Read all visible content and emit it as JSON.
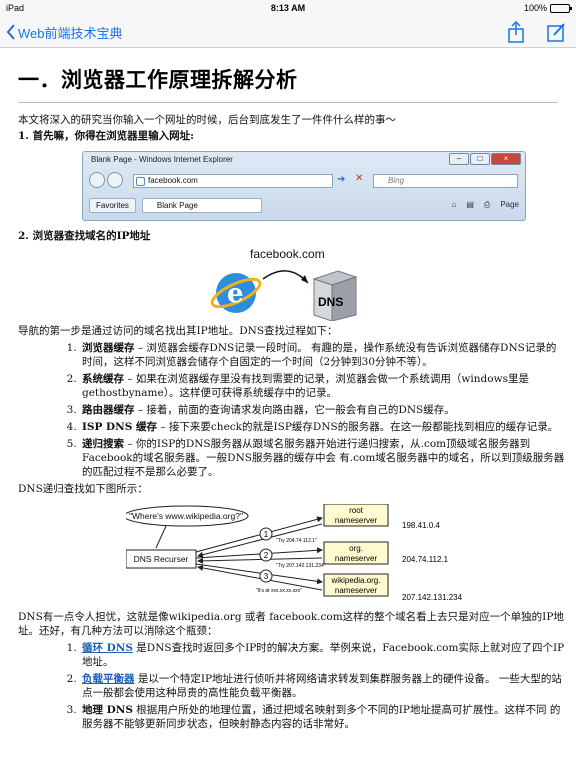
{
  "status_bar": {
    "device": "iPad",
    "time": "8:13 AM",
    "battery": "100%"
  },
  "nav": {
    "back_label": "Web前端技术宝典"
  },
  "article": {
    "title": "一．浏览器工作原理拆解分析",
    "intro": "本文将深入的研究当你输入一个网址的时候，后台到底发生了一件件什么样的事～",
    "step1": "1. 首先嘛，你得在浏览器里输入网址:",
    "browser": {
      "window_title": "Blank Page - Windows Internet Explorer",
      "address": "facebook.com",
      "search_placeholder": "Bing",
      "favorites": "Favorites",
      "tab": "Blank Page",
      "page_menu": "Page"
    },
    "step2": "2. 浏览器查找域名的IP地址",
    "dns_figure": {
      "domain": "facebook.com",
      "label": "DNS"
    },
    "nav_para": "导航的第一步是通过访问的域名找出其IP地址。DNS查找过程如下：",
    "dns_steps": [
      {
        "term": "浏览器缓存",
        "text": " – 浏览器会缓存DNS记录一段时间。 有趣的是，操作系统没有告诉浏览器储存DNS记录的时间，这样不同浏览器会储存个自固定的一个时间（2分钟到30分钟不等）。"
      },
      {
        "term": "系统缓存",
        "text": " – 如果在浏览器缓存里没有找到需要的记录，浏览器会做一个系统调用（windows里是gethostbyname）。这样便可获得系统缓存中的记录。"
      },
      {
        "term": "路由器缓存",
        "text": " – 接着，前面的查询请求发向路由器，它一般会有自己的DNS缓存。"
      },
      {
        "term": "ISP DNS 缓存",
        "text": " – 接下来要check的就是ISP缓存DNS的服务器。在这一般都能找到相应的缓存记录。"
      },
      {
        "term": "递归搜索",
        "text": " – 你的ISP的DNS服务器从跟域名服务器开始进行递归搜索，从.com顶级域名服务器到Facebook的域名服务器。一般DNS服务器的缓存中会 有.com域名服务器中的域名，所以到顶级服务器的匹配过程不是那么必要了。"
      }
    ],
    "recursive_caption": "DNS递归查找如下图所示：",
    "recursive_figure": {
      "question": "\"Where's www.wikipedia.org?\"",
      "recurser": "DNS Recurser",
      "servers": [
        {
          "name_line1": "root",
          "name_line2": "nameserver",
          "ip": "198.41.0.4",
          "step": "1",
          "reply": "\"Try 204.74.112.1\""
        },
        {
          "name_line1": "org.",
          "name_line2": "nameserver",
          "ip": "204.74.112.1",
          "step": "2",
          "reply": "\"Try 207.142.131.234\""
        },
        {
          "name_line1": "wikipedia.org.",
          "name_line2": "nameserver",
          "ip": "207.142.131.234",
          "step": "3",
          "reply": "\"It's at xxx.xx.xx.xxx\""
        }
      ]
    },
    "worry_para": "DNS有一点令人担忧，这就是像wikipedia.org 或者 facebook.com这样的整个域名看上去只是对应一个单独的IP地址。还好，有几种方法可以消除这个瓶颈：",
    "solutions": [
      {
        "term": "循环 DNS",
        "link": true,
        "text": " 是DNS查找时返回多个IP时的解决方案。举例来说，Facebook.com实际上就对应了四个IP地址。"
      },
      {
        "term": "负载平衡器",
        "link": true,
        "text": " 是以一个特定IP地址进行侦听并将网络请求转发到集群服务器上的硬件设备。 一些大型的站点一般都会使用这种昂贵的高性能负载平衡器。"
      },
      {
        "term": "地理 DNS",
        "link": false,
        "text": " 根据用户所处的地理位置，通过把域名映射到多个不同的IP地址提高可扩展性。这样不同 的服务器不能够更新同步状态，但映射静态内容的话非常好。"
      }
    ]
  },
  "colors": {
    "accent": "#1a73e8",
    "link": "#1a5fb4"
  }
}
